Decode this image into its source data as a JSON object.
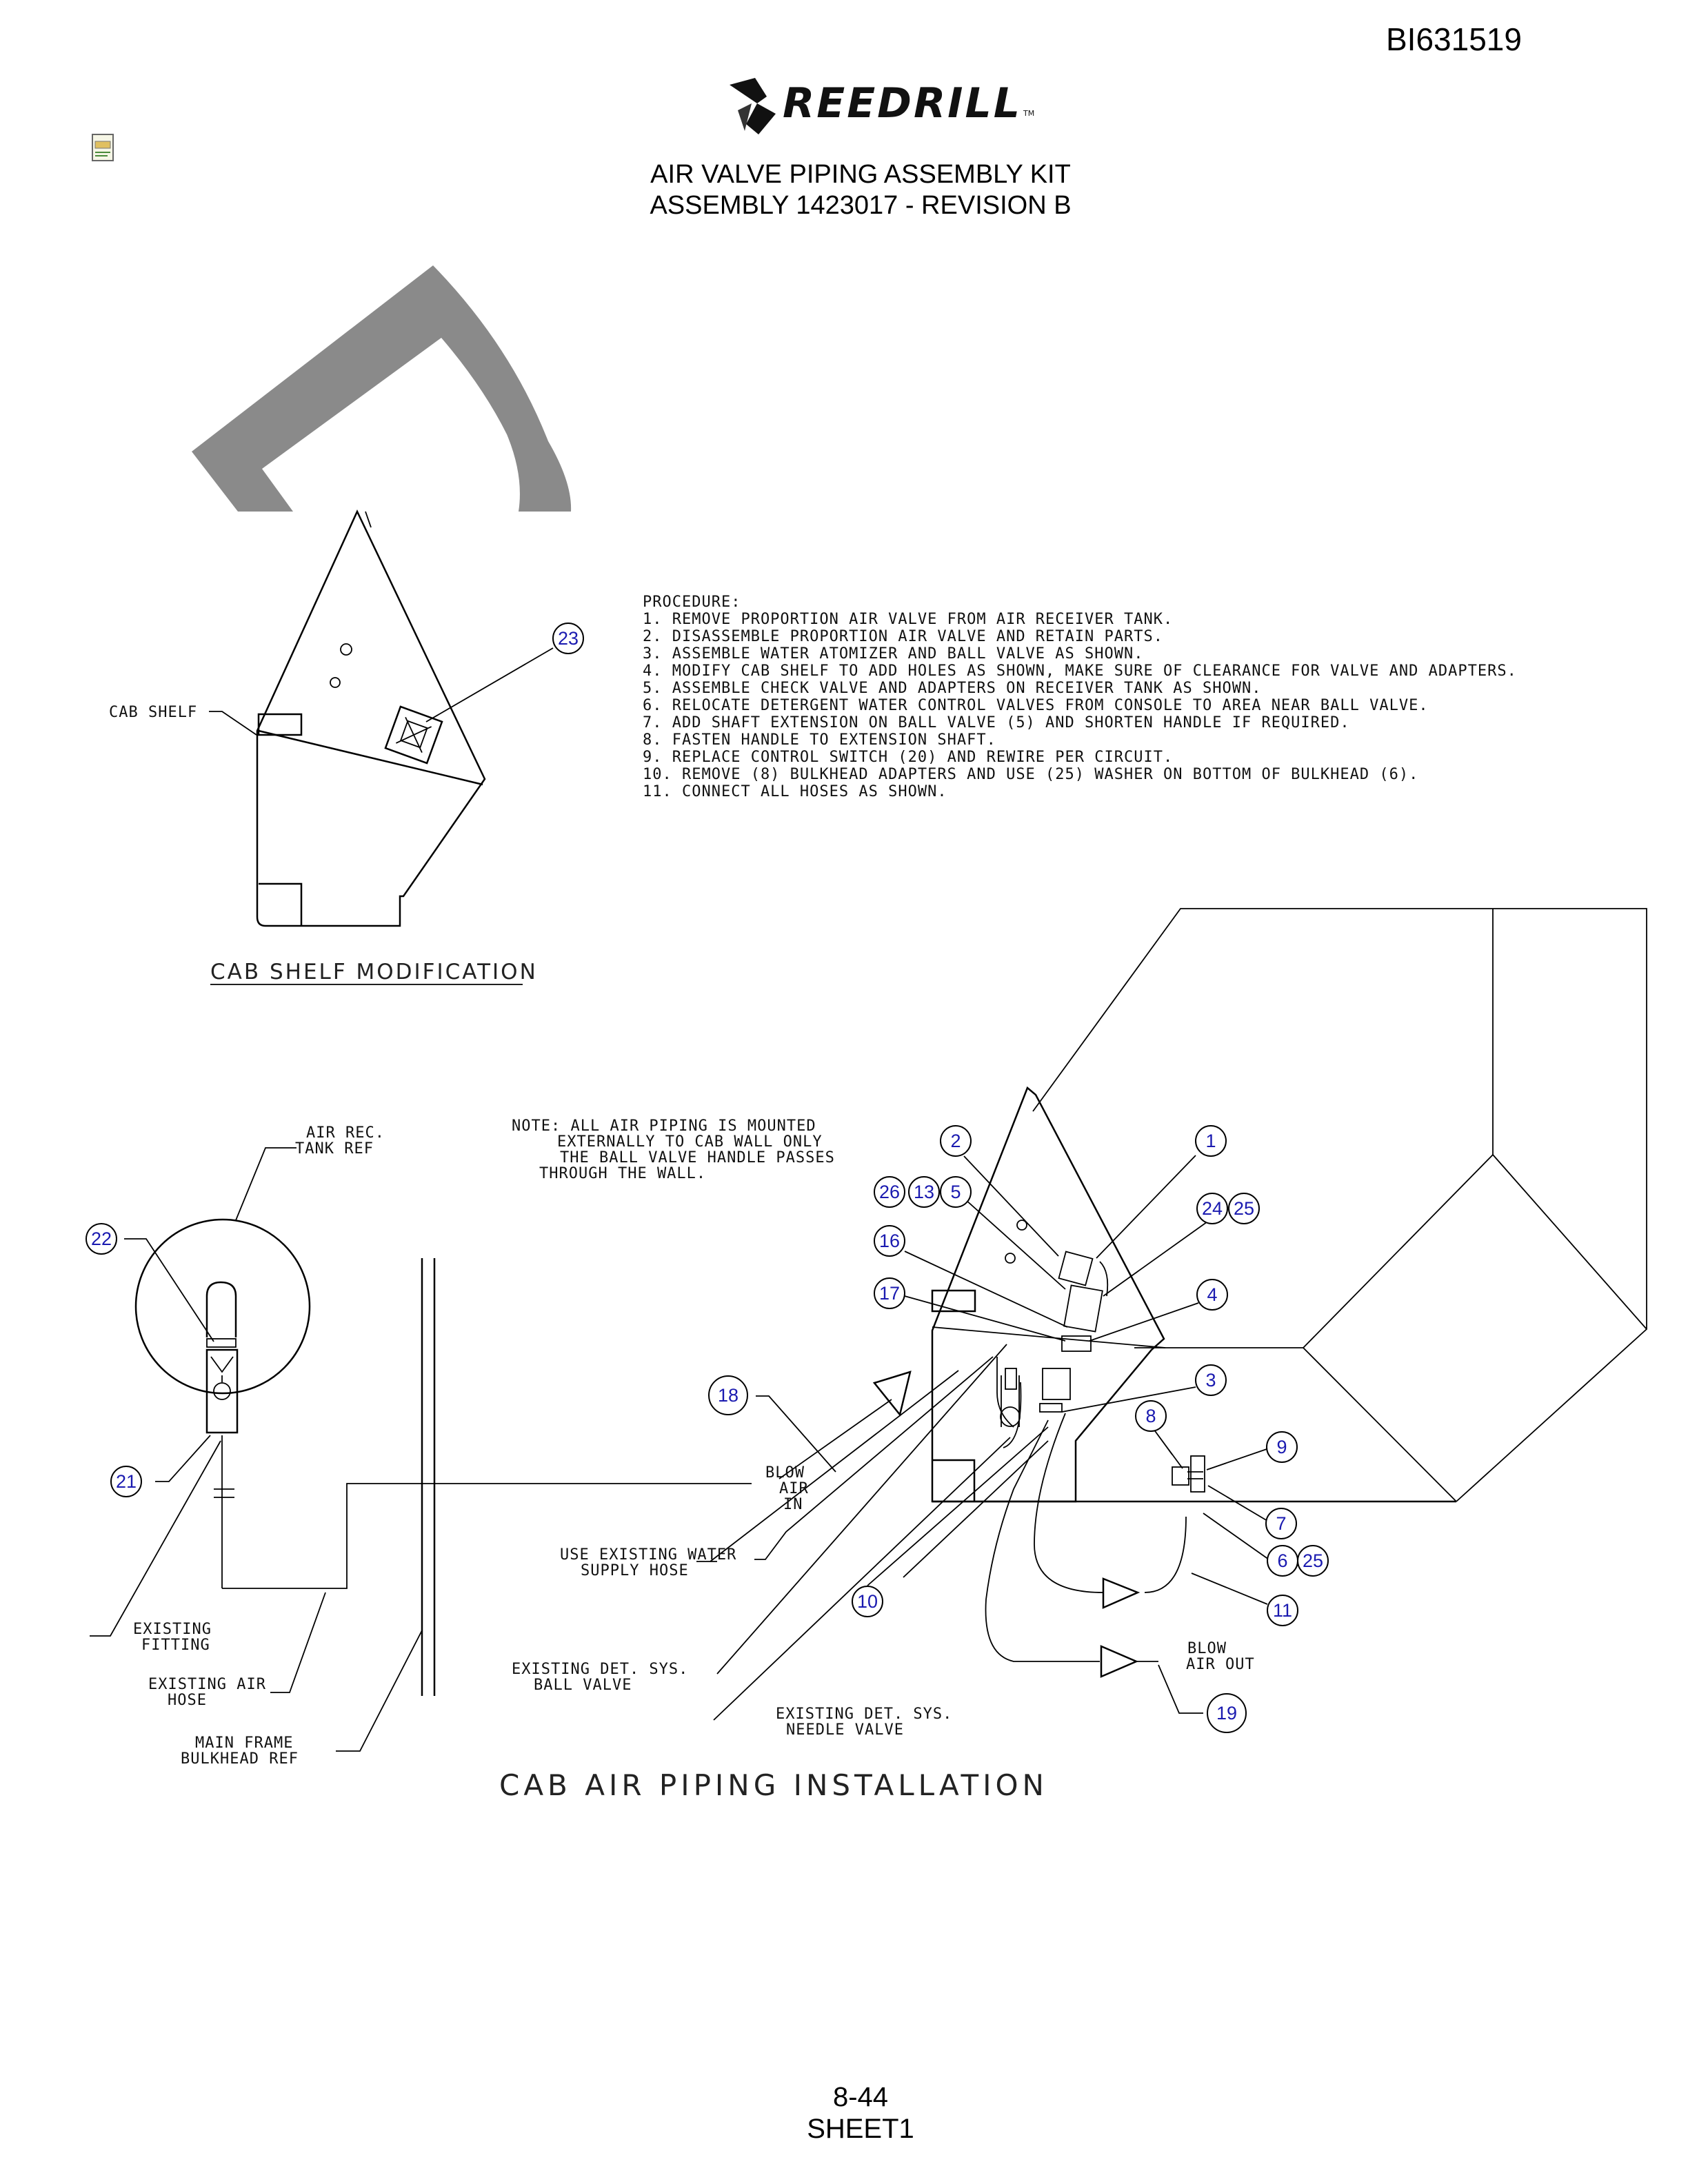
{
  "header": {
    "doc_id": "BI631519",
    "brand": "REEDRILL",
    "title_line1": "AIR VALVE PIPING ASSEMBLY KIT",
    "title_line2": "ASSEMBLY 1423017 - REVISION B"
  },
  "shelf_view": {
    "caption": "CAB SHELF MODIFICATION",
    "cab_shelf_label": "CAB SHELF"
  },
  "procedure": {
    "heading": "PROCEDURE:",
    "steps": [
      "1. REMOVE PROPORTION AIR VALVE FROM AIR RECEIVER TANK.",
      "2. DISASSEMBLE PROPORTION AIR VALVE AND RETAIN PARTS.",
      "3. ASSEMBLE WATER ATOMIZER AND BALL VALVE AS SHOWN.",
      "4. MODIFY CAB SHELF TO ADD HOLES AS SHOWN, MAKE SURE OF CLEARANCE FOR VALVE AND ADAPTERS.",
      "5. ASSEMBLE CHECK VALVE AND ADAPTERS ON RECEIVER TANK AS SHOWN.",
      "6. RELOCATE DETERGENT WATER CONTROL VALVES FROM CONSOLE TO AREA NEAR BALL VALVE.",
      "7. ADD SHAFT EXTENSION ON BALL VALVE (5) AND SHORTEN HANDLE IF REQUIRED.",
      "8. FASTEN HANDLE TO EXTENSION SHAFT.",
      "9. REPLACE CONTROL SWITCH (20) AND REWIRE PER CIRCUIT.",
      "10. REMOVE (8) BULKHEAD ADAPTERS AND USE (25) WASHER ON BOTTOM OF BULKHEAD (6).",
      "11. CONNECT ALL HOSES AS SHOWN."
    ]
  },
  "installation": {
    "caption": "CAB AIR PIPING INSTALLATION",
    "note_lines": [
      "NOTE: ALL AIR PIPING IS MOUNTED",
      "EXTERNALLY TO CAB WALL ONLY",
      "THE BALL VALVE HANDLE PASSES",
      "THROUGH THE WALL."
    ],
    "labels": {
      "air_rec_1": "AIR REC.",
      "air_rec_2": "TANK REF",
      "blow_in_1": "BLOW",
      "blow_in_2": "AIR",
      "blow_in_3": "IN",
      "water_1": "USE EXISTING WATER",
      "water_2": "SUPPLY HOSE",
      "fitting_1": "EXISTING",
      "fitting_2": "FITTING",
      "air_hose_1": "EXISTING AIR",
      "air_hose_2": "HOSE",
      "bulkhead_1": "MAIN FRAME",
      "bulkhead_2": "BULKHEAD REF",
      "ball_valve_1": "EXISTING DET. SYS.",
      "ball_valve_2": "BALL VALVE",
      "needle_1": "EXISTING DET. SYS.",
      "needle_2": "NEEDLE VALVE",
      "blow_out_1": "BLOW",
      "blow_out_2": "AIR OUT"
    },
    "balloons": [
      "23",
      "22",
      "21",
      "2",
      "1",
      "26",
      "13",
      "5",
      "24",
      "25",
      "16",
      "17",
      "4",
      "18",
      "3",
      "8",
      "9",
      "7",
      "6",
      "25",
      "11",
      "10",
      "19"
    ]
  },
  "footer": {
    "page": "8-44",
    "sheet": "SHEET1"
  },
  "colors": {
    "balloon_text": "#1a1ab0",
    "logo_gray": "#8a8a8a"
  }
}
